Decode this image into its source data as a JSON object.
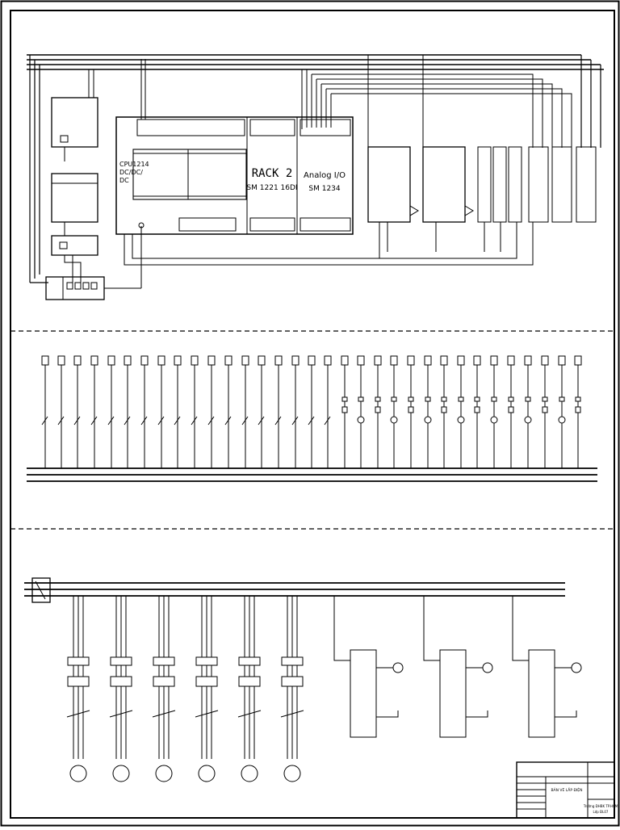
{
  "plc": {
    "cpu_lines": [
      "CPU1214",
      "DC/DC/",
      "DC"
    ],
    "rack_title": "RACK 2",
    "rack_model": "SM 1221 16DI",
    "analog_title": "Analog I/O",
    "analog_model": "SM 1234"
  },
  "title_block": {
    "mid_label": "BẢN VẼ LẮP ĐIỆN",
    "school_line1": "Trường ĐHBK TP.HCM",
    "school_line2": "Lớp ĐL07"
  }
}
